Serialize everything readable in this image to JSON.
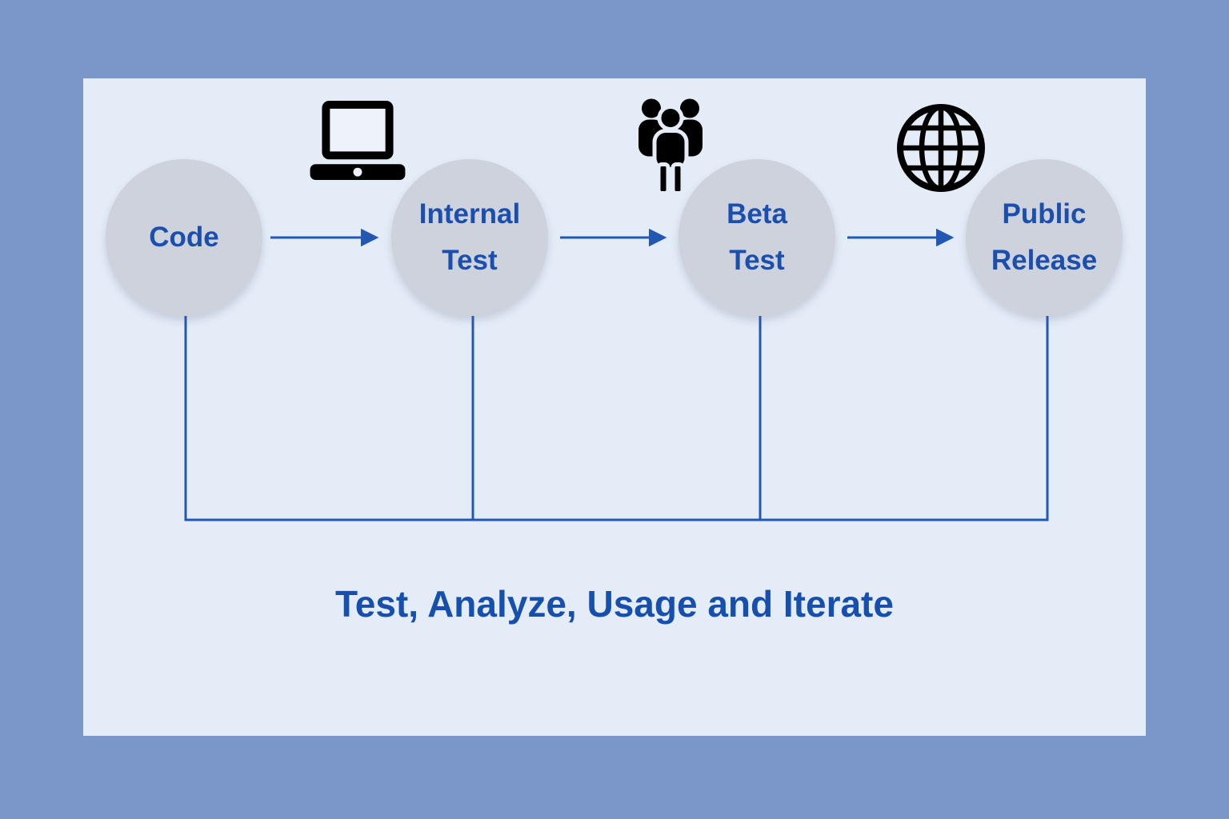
{
  "diagram": {
    "title": "",
    "stages": [
      {
        "label": "Code"
      },
      {
        "label": "Internal\nTest",
        "icon": "laptop-icon"
      },
      {
        "label": "Beta\nTest",
        "icon": "people-icon"
      },
      {
        "label": "Public\nRelease",
        "icon": "globe-icon"
      }
    ],
    "caption": "Test, Analyze, Usage and Iterate",
    "colors": {
      "outer_background": "#7b96c9",
      "panel_background": "#e4ecf8",
      "circle_fill": "#ced2dc",
      "label_text": "#1b4fae",
      "caption_text": "#174fad",
      "connector_line": "#2257b3",
      "icon": "#000000"
    }
  }
}
